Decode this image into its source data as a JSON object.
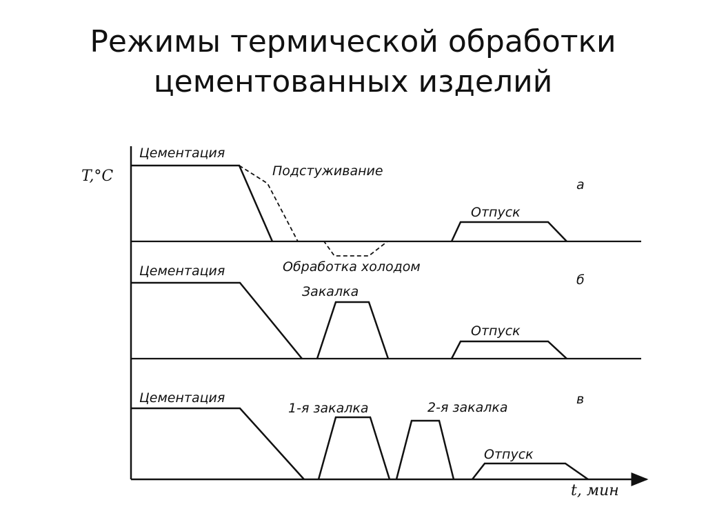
{
  "title": {
    "line1": "Режимы термической обработки",
    "line2": "цементованных изделий"
  },
  "axes": {
    "y_label": "T,°C",
    "x_label": "t, мин"
  },
  "panels": [
    {
      "id": "a",
      "marker": "а",
      "labels": {
        "carburizing": "Цементация",
        "subcooling": "Подстуживание",
        "cold_treatment": "Обработка холодом",
        "tempering": "Отпуск"
      }
    },
    {
      "id": "b",
      "marker": "б",
      "labels": {
        "carburizing": "Цементация",
        "quench": "Закалка",
        "tempering": "Отпуск"
      }
    },
    {
      "id": "c",
      "marker": "в",
      "labels": {
        "carburizing": "Цементация",
        "quench1": "1-я закалка",
        "quench2": "2-я закалка",
        "tempering": "Отпуск"
      }
    }
  ],
  "colors": {
    "line": "#111111",
    "background": "#ffffff"
  }
}
